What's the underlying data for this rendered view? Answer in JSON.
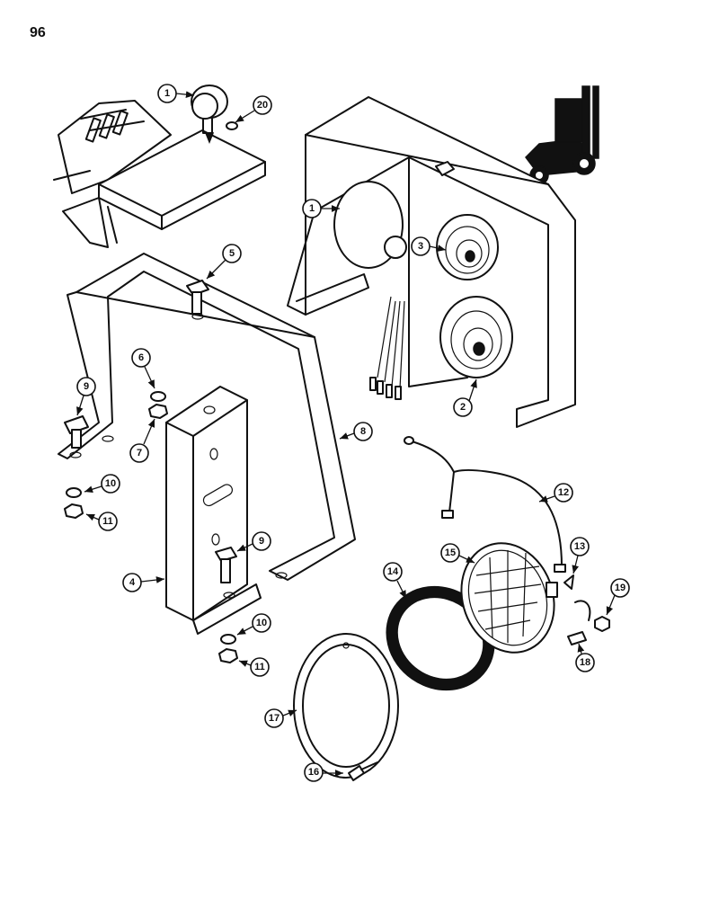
{
  "page_number": "96",
  "callouts": [
    "1",
    "20",
    "5",
    "1",
    "3",
    "6",
    "9",
    "7",
    "8",
    "2",
    "10",
    "11",
    "12",
    "9",
    "4",
    "15",
    "14",
    "13",
    "19",
    "10",
    "11",
    "18",
    "17",
    "16"
  ]
}
